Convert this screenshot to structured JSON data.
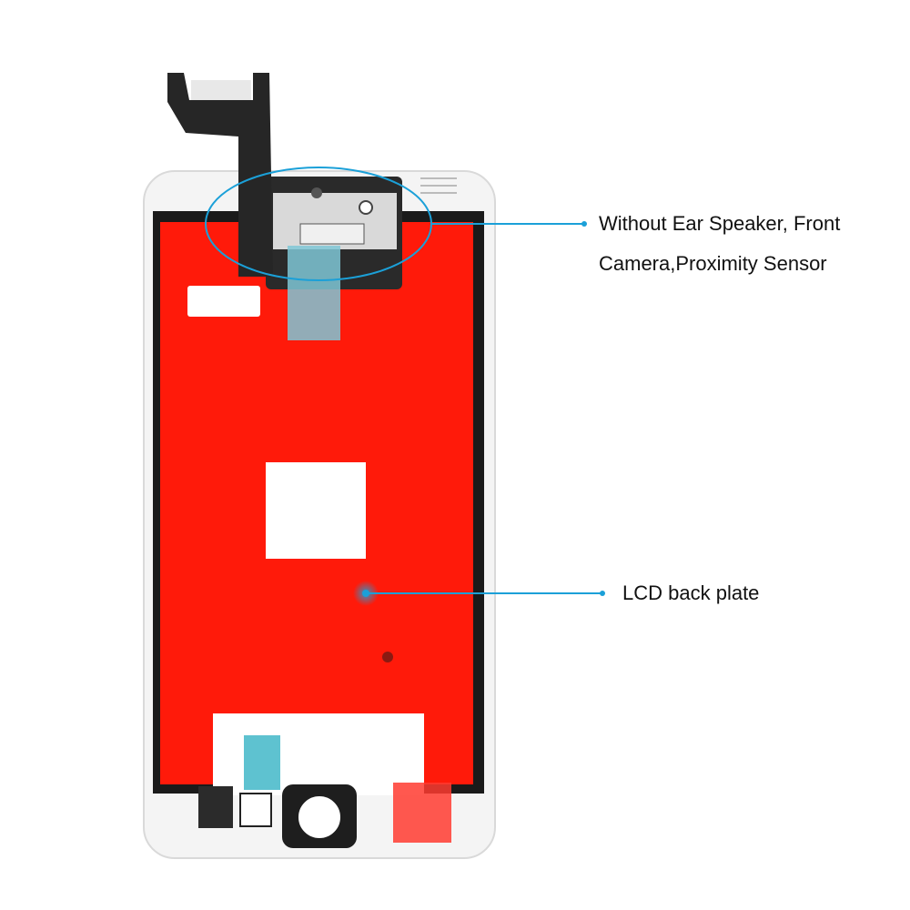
{
  "image": {
    "subject": "phone-lcd-screen-assembly-back-view",
    "colors": {
      "frame": "#f4f4f4",
      "back_plate": "#ff1a0a",
      "flex_cable": "#262626",
      "callout": "#1ba0d8",
      "tape": "#7fc7d6",
      "text": "#111111"
    }
  },
  "callouts": {
    "top_components": {
      "line1": "Without Ear Speaker, Front",
      "line2": "Camera,Proximity Sensor"
    },
    "lcd_back_plate": {
      "label": "LCD back plate"
    }
  }
}
